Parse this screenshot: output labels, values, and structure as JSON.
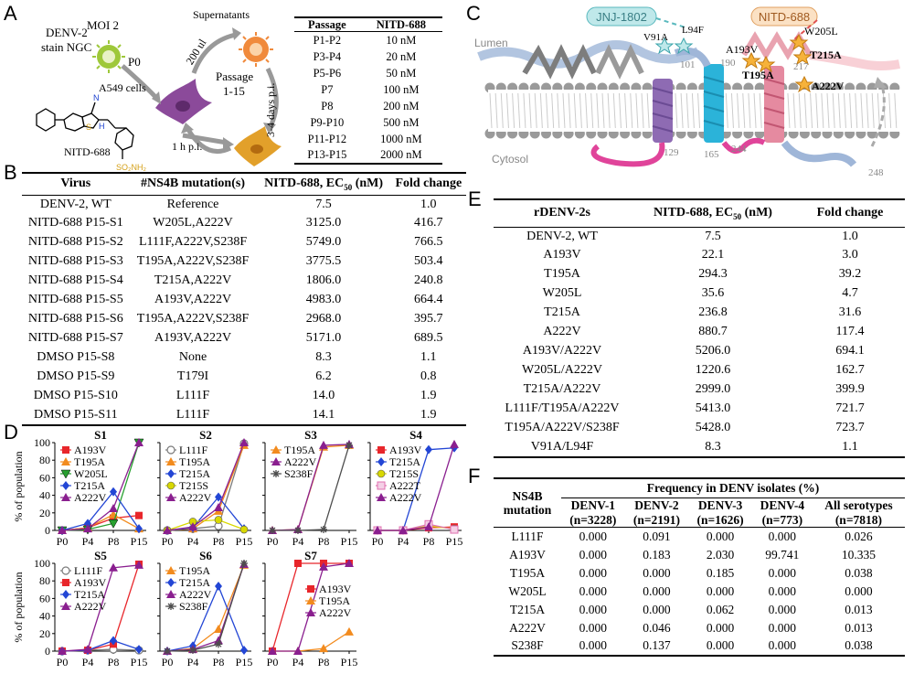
{
  "panels": {
    "a": "A",
    "b": "B",
    "c": "C",
    "d": "D",
    "e": "E",
    "f": "F"
  },
  "panelA": {
    "virus": "DENV-2",
    "strain": "stain NGC",
    "moi": "MOI 2",
    "p0": "P0",
    "cells": "A549 cells",
    "compound": "NITD-688",
    "supernatants": "Supernatants",
    "volume": "200 ul",
    "passage": "Passage",
    "passage_range": "1-15",
    "days": "3-4 days p.i.",
    "hpi": "1 h p.i.",
    "table_header": [
      "Passage",
      "NITD-688"
    ],
    "table_rows": [
      [
        "P1-P2",
        "10 nM"
      ],
      [
        "P3-P4",
        "20 nM"
      ],
      [
        "P5-P6",
        "50 nM"
      ],
      [
        "P7",
        "100 nM"
      ],
      [
        "P8",
        "200 nM"
      ],
      [
        "P9-P10",
        "500 nM"
      ],
      [
        "P11-P12",
        "1000 nM"
      ],
      [
        "P13-P15",
        "2000 nM"
      ]
    ]
  },
  "panelB": {
    "header": [
      "Virus",
      "#NS4B mutation(s)",
      "NITD-688, EC50 (nM)",
      "Fold change"
    ],
    "rows": [
      [
        "DENV-2, WT",
        "Reference",
        "7.5",
        "1.0"
      ],
      [
        "NITD-688 P15-S1",
        "W205L,A222V",
        "3125.0",
        "416.7"
      ],
      [
        "NITD-688 P15-S2",
        "L111F,A222V,S238F",
        "5749.0",
        "766.5"
      ],
      [
        "NITD-688 P15-S3",
        "T195A,A222V,S238F",
        "3775.5",
        "503.4"
      ],
      [
        "NITD-688 P15-S4",
        "T215A,A222V",
        "1806.0",
        "240.8"
      ],
      [
        "NITD-688 P15-S5",
        "A193V,A222V",
        "4983.0",
        "664.4"
      ],
      [
        "NITD-688 P15-S6",
        "T195A,A222V,S238F",
        "2968.0",
        "395.7"
      ],
      [
        "NITD-688 P15-S7",
        "A193V,A222V",
        "5171.0",
        "689.5"
      ],
      [
        "DMSO P15-S8",
        "None",
        "8.3",
        "1.1"
      ],
      [
        "DMSO P15-S9",
        "T179I",
        "6.2",
        "0.8"
      ],
      [
        "DMSO P15-S10",
        "L111F",
        "14.0",
        "1.9"
      ],
      [
        "DMSO P15-S11",
        "L111F",
        "14.1",
        "1.9"
      ]
    ]
  },
  "panelC": {
    "lumen": "Lumen",
    "cytosol": "Cytosol",
    "jnj": "JNJ-1802",
    "nitd": "NITD-688",
    "mut_jnj": [
      "V91A",
      "L94F"
    ],
    "mut_nitd": [
      "A193V",
      "T195A",
      "W205L",
      "T215A",
      "A222V"
    ],
    "residues": [
      "101",
      "190",
      "217",
      "129",
      "165",
      "244",
      "248"
    ]
  },
  "panelE": {
    "header": [
      "rDENV-2s",
      "NITD-688, EC50 (nM)",
      "Fold change"
    ],
    "rows": [
      [
        "DENV-2, WT",
        "7.5",
        "1.0"
      ],
      [
        "A193V",
        "22.1",
        "3.0"
      ],
      [
        "T195A",
        "294.3",
        "39.2"
      ],
      [
        "W205L",
        "35.6",
        "4.7"
      ],
      [
        "T215A",
        "236.8",
        "31.6"
      ],
      [
        "A222V",
        "880.7",
        "117.4"
      ],
      [
        "A193V/A222V",
        "5206.0",
        "694.1"
      ],
      [
        "W205L/A222V",
        "1220.6",
        "162.7"
      ],
      [
        "T215A/A222V",
        "2999.0",
        "399.9"
      ],
      [
        "L111F/T195A/A222V",
        "5413.0",
        "721.7"
      ],
      [
        "T195A/A222V/S238F",
        "5428.0",
        "723.7"
      ],
      [
        "V91A/L94F",
        "8.3",
        "1.1"
      ]
    ]
  },
  "panelF": {
    "header_left": "NS4B mutation",
    "header_group": "Frequency in DENV isolates (%)",
    "cols": [
      [
        "DENV-1",
        "(n=3228)"
      ],
      [
        "DENV-2",
        "(n=2191)"
      ],
      [
        "DENV-3",
        "(n=1626)"
      ],
      [
        "DENV-4",
        "(n=773)"
      ],
      [
        "All serotypes",
        "(n=7818)"
      ]
    ],
    "rows": [
      [
        "L111F",
        "0.000",
        "0.091",
        "0.000",
        "0.000",
        "0.026"
      ],
      [
        "A193V",
        "0.000",
        "0.183",
        "2.030",
        "99.741",
        "10.335"
      ],
      [
        "T195A",
        "0.000",
        "0.000",
        "0.185",
        "0.000",
        "0.038"
      ],
      [
        "W205L",
        "0.000",
        "0.000",
        "0.000",
        "0.000",
        "0.000"
      ],
      [
        "T215A",
        "0.000",
        "0.000",
        "0.062",
        "0.000",
        "0.013"
      ],
      [
        "A222V",
        "0.000",
        "0.046",
        "0.000",
        "0.000",
        "0.013"
      ],
      [
        "S238F",
        "0.000",
        "0.137",
        "0.000",
        "0.000",
        "0.038"
      ]
    ]
  },
  "colors": {
    "A193V": "#e8262b",
    "T195A": "#f28b1e",
    "W205L": "#27a02f",
    "T215A": "#2346d5",
    "A222V": "#8a1f8f",
    "L111F": "#7a7a7a",
    "T215S": "#d8d800",
    "S238F": "#4d4d4d",
    "A222T": "#e070b0"
  },
  "chart_data": [
    {
      "type": "line",
      "title": "S1",
      "ylabel": "% of population",
      "categories": [
        "P0",
        "P4",
        "P8",
        "P15"
      ],
      "ylim": [
        0,
        100
      ],
      "series": [
        {
          "name": "A193V",
          "values": [
            0,
            3,
            14,
            17
          ]
        },
        {
          "name": "T195A",
          "values": [
            0,
            3,
            18,
            2
          ]
        },
        {
          "name": "W205L",
          "values": [
            0,
            1,
            8,
            100
          ]
        },
        {
          "name": "T215A",
          "values": [
            0,
            8,
            44,
            2
          ]
        },
        {
          "name": "A222V",
          "values": [
            0,
            2,
            25,
            100
          ]
        }
      ]
    },
    {
      "type": "line",
      "title": "S2",
      "categories": [
        "P0",
        "P4",
        "P8",
        "P15"
      ],
      "ylim": [
        0,
        100
      ],
      "series": [
        {
          "name": "L111F",
          "values": [
            0,
            2,
            5,
            99
          ]
        },
        {
          "name": "T195A",
          "values": [
            0,
            2,
            22,
            97
          ]
        },
        {
          "name": "T215A",
          "values": [
            0,
            3,
            38,
            2
          ]
        },
        {
          "name": "T215S",
          "values": [
            0,
            10,
            12,
            1
          ]
        },
        {
          "name": "A222V",
          "values": [
            0,
            4,
            26,
            100
          ]
        }
      ]
    },
    {
      "type": "line",
      "title": "S3",
      "categories": [
        "P0",
        "P4",
        "P8",
        "P15"
      ],
      "ylim": [
        0,
        100
      ],
      "series": [
        {
          "name": "T195A",
          "values": [
            0,
            1,
            95,
            97
          ]
        },
        {
          "name": "A222V",
          "values": [
            0,
            1,
            97,
            98
          ]
        },
        {
          "name": "S238F",
          "values": [
            0,
            0,
            1,
            97
          ]
        }
      ]
    },
    {
      "type": "line",
      "title": "S4",
      "categories": [
        "P0",
        "P4",
        "P8",
        "P15"
      ],
      "ylim": [
        0,
        100
      ],
      "series": [
        {
          "name": "A193V",
          "values": [
            0,
            0,
            3,
            4
          ]
        },
        {
          "name": "T215A",
          "values": [
            0,
            0,
            92,
            94
          ]
        },
        {
          "name": "T215S",
          "values": [
            0,
            0,
            5,
            2
          ]
        },
        {
          "name": "A222T",
          "values": [
            0,
            0,
            7,
            1
          ]
        },
        {
          "name": "A222V",
          "values": [
            0,
            0,
            4,
            98
          ]
        }
      ]
    },
    {
      "type": "line",
      "title": "S5",
      "ylabel": "% of population",
      "categories": [
        "P0",
        "P4",
        "P8",
        "P15"
      ],
      "ylim": [
        0,
        100
      ],
      "series": [
        {
          "name": "L111F",
          "values": [
            0,
            1,
            2,
            1
          ]
        },
        {
          "name": "A193V",
          "values": [
            0,
            1,
            8,
            99
          ]
        },
        {
          "name": "T215A",
          "values": [
            0,
            1,
            12,
            2
          ]
        },
        {
          "name": "A222V",
          "values": [
            0,
            2,
            95,
            98
          ]
        }
      ]
    },
    {
      "type": "line",
      "title": "S6",
      "categories": [
        "P0",
        "P4",
        "P8",
        "P15"
      ],
      "ylim": [
        0,
        100
      ],
      "series": [
        {
          "name": "T195A",
          "values": [
            0,
            3,
            25,
            98
          ]
        },
        {
          "name": "T215A",
          "values": [
            0,
            6,
            74,
            1
          ]
        },
        {
          "name": "A222V",
          "values": [
            0,
            2,
            12,
            99
          ]
        },
        {
          "name": "S238F",
          "values": [
            0,
            1,
            8,
            100
          ]
        }
      ]
    },
    {
      "type": "line",
      "title": "S7",
      "categories": [
        "P0",
        "P4",
        "P8",
        "P15"
      ],
      "ylim": [
        0,
        100
      ],
      "series": [
        {
          "name": "A193V",
          "values": [
            0,
            100,
            100,
            100
          ]
        },
        {
          "name": "T195A",
          "values": [
            0,
            0,
            3,
            22
          ]
        },
        {
          "name": "A222V",
          "values": [
            0,
            0,
            96,
            100
          ]
        }
      ]
    }
  ]
}
